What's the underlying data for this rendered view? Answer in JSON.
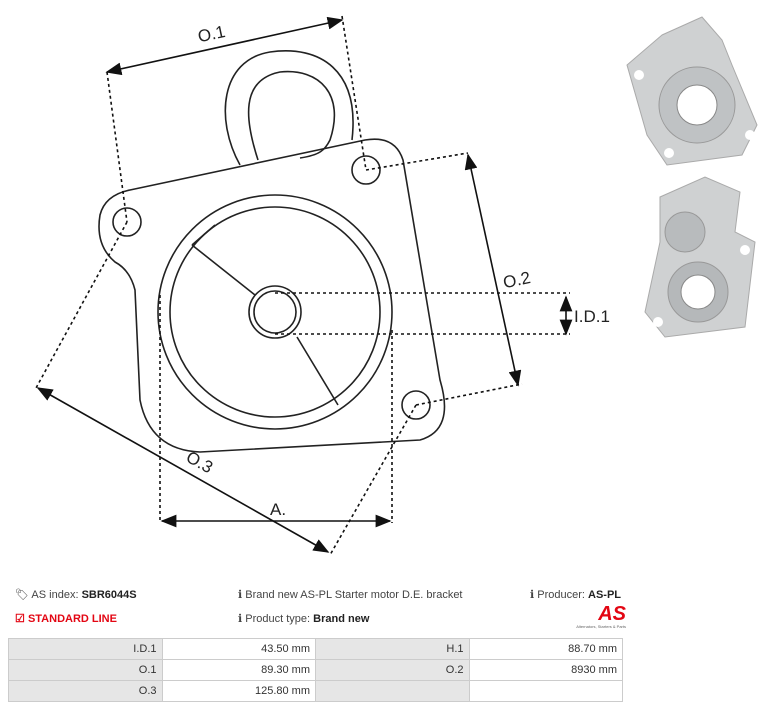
{
  "diagram": {
    "labels": {
      "o1": "O.1",
      "o2": "O.2",
      "o3": "O.3",
      "id1": "I.D.1",
      "a": "A."
    }
  },
  "info": {
    "as_index_label": "AS index:",
    "as_index_value": "SBR6044S",
    "line": "STANDARD LINE",
    "description": "Brand new AS-PL Starter motor D.E. bracket",
    "product_type_label": "Product type:",
    "product_type_value": "Brand new",
    "producer_label": "Producer:",
    "producer_value": "AS-PL"
  },
  "logo": {
    "text": "AS",
    "tagline": "Alternators, Starters & Parts",
    "color": "#e30613"
  },
  "specs": [
    [
      {
        "k": "I.D.1",
        "v": "43.50 mm"
      },
      {
        "k": "H.1",
        "v": "88.70 mm"
      }
    ],
    [
      {
        "k": "O.1",
        "v": "89.30 mm"
      },
      {
        "k": "O.2",
        "v": "8930 mm"
      }
    ],
    [
      {
        "k": "O.3",
        "v": "125.80 mm"
      },
      {
        "k": "",
        "v": ""
      }
    ]
  ]
}
